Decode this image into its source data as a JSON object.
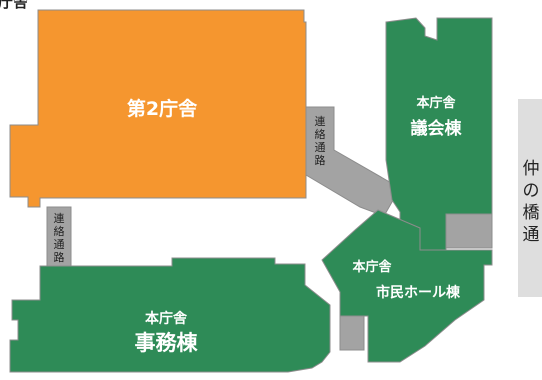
{
  "colors": {
    "second_building": "#f5962f",
    "main_buildings": "#2e8b57",
    "corridor": "#a3a3a3",
    "street": "#dedede",
    "outline": "#8c8c8c"
  },
  "top_partial_label": "庁舎",
  "buildings": {
    "second": {
      "name": "第2庁舎"
    },
    "gikai": {
      "prefix": "本庁舎",
      "name": "議会棟"
    },
    "shimin": {
      "prefix": "本庁舎",
      "name": "市民ホール棟"
    },
    "jimu": {
      "prefix": "本庁舎",
      "name": "事務棟"
    }
  },
  "corridors": {
    "upper": {
      "label_chars": [
        "連",
        "絡",
        "通",
        "路"
      ]
    },
    "left": {
      "label_chars": [
        "連",
        "絡",
        "通",
        "路"
      ]
    }
  },
  "street": {
    "chars": [
      "仲",
      "の",
      "橋",
      "通"
    ]
  }
}
